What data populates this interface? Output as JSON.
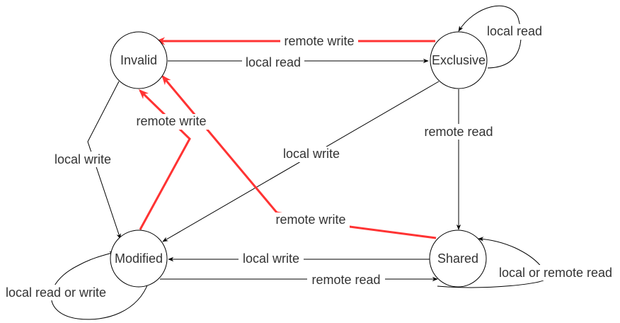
{
  "states": {
    "invalid": "Invalid",
    "exclusive": "Exclusive",
    "modified": "Modified",
    "shared": "Shared"
  },
  "transitions": [
    {
      "id": "e-to-i-remote-write",
      "from": "Exclusive",
      "to": "Invalid",
      "label": "remote write",
      "color": "#ff3333"
    },
    {
      "id": "i-to-e-local-read",
      "from": "Invalid",
      "to": "Exclusive",
      "label": "local read",
      "color": "#000000"
    },
    {
      "id": "e-self-local-read",
      "from": "Exclusive",
      "to": "Exclusive",
      "label": "local read",
      "color": "#000000"
    },
    {
      "id": "i-to-m-local-write",
      "from": "Invalid",
      "to": "Modified",
      "label": "local write",
      "color": "#000000"
    },
    {
      "id": "m-to-i-remote-write",
      "from": "Modified",
      "to": "Invalid",
      "label": "remote write",
      "color": "#ff3333"
    },
    {
      "id": "s-to-i-remote-write",
      "from": "Shared",
      "to": "Invalid",
      "label": "remote write",
      "color": "#ff3333"
    },
    {
      "id": "e-to-m-local-write",
      "from": "Exclusive",
      "to": "Modified",
      "label": "local write",
      "color": "#000000"
    },
    {
      "id": "e-to-s-remote-read",
      "from": "Exclusive",
      "to": "Shared",
      "label": "remote read",
      "color": "#000000"
    },
    {
      "id": "s-to-m-local-write",
      "from": "Shared",
      "to": "Modified",
      "label": "local write",
      "color": "#000000"
    },
    {
      "id": "m-to-s-remote-read",
      "from": "Modified",
      "to": "Shared",
      "label": "remote read",
      "color": "#000000"
    },
    {
      "id": "m-self-local-read-or-write",
      "from": "Modified",
      "to": "Modified",
      "label": "local read or write",
      "color": "#000000"
    },
    {
      "id": "s-self-local-or-remote-read",
      "from": "Shared",
      "to": "Shared",
      "label": "local or remote read",
      "color": "#000000"
    }
  ]
}
